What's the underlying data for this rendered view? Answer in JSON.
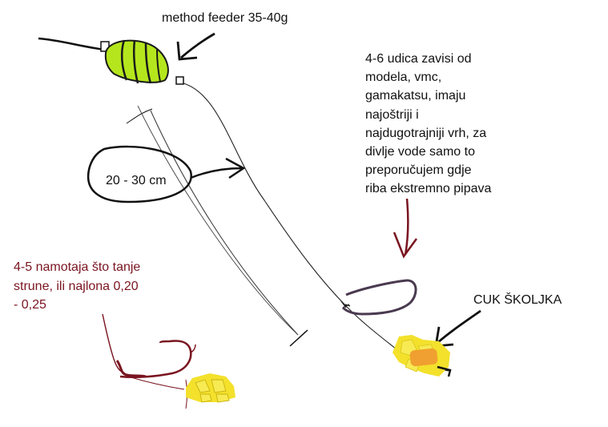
{
  "labels": {
    "feeder": "method feeder 35-40g",
    "hooks": "4-6 udica zavisi od\nmodela, vmc,\ngamakatsu, imaju\nnajoštriji i\nnajdugotrajniji vrh, za\ndivlje vode samo to\npreporučujem gdje\nriba ekstremno pipava",
    "length": "20 - 30 cm",
    "wraps": "4-5 namotaja što tanje\nstrune, ili najlona 0,20\n- 0,25",
    "bait": "CUK ŠKOLJKA"
  },
  "colors": {
    "line": "#111111",
    "feeder_fill": "#b5e61d",
    "feeder_rib": "#1a1a1a",
    "bait_fill": "#f3e12c",
    "bait_core": "#f0a030",
    "dark_red": "#7a1420",
    "hook": "#4a3a50"
  },
  "icons": {
    "feeder": "method-feeder-icon",
    "hook": "fishing-hook-icon",
    "bait": "corn-bait-icon"
  }
}
